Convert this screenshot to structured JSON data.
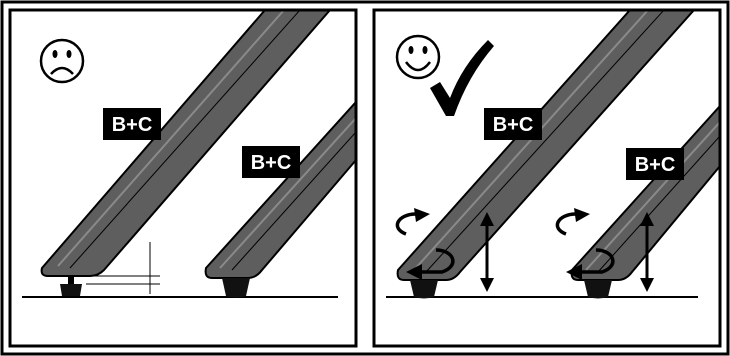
{
  "panels": [
    {
      "face": "sad-face",
      "labels": [
        "B+C",
        "B+C"
      ]
    },
    {
      "face": "happy-face",
      "checkmark": true,
      "labels": [
        "B+C",
        "B+C"
      ]
    }
  ],
  "colors": {
    "leg_fill": "#5e5e5e",
    "leg_highlight": "#8a8a8a",
    "outline": "#000000",
    "label_bg": "#000000",
    "label_text": "#ffffff"
  }
}
